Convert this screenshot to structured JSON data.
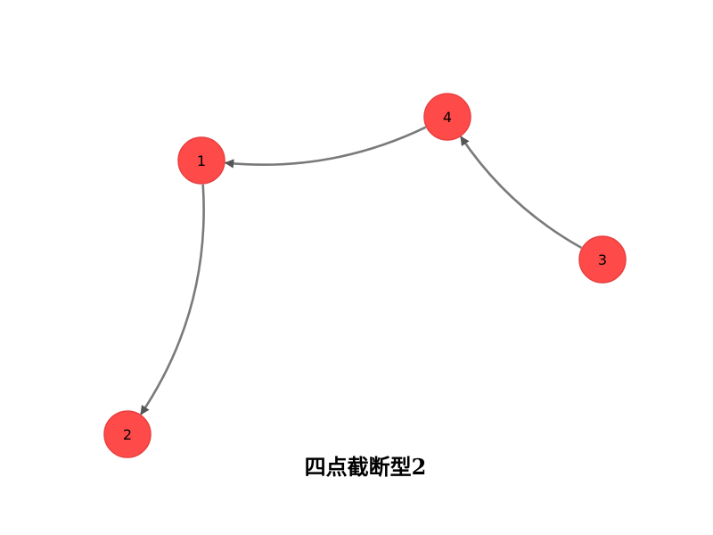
{
  "caption": "四点截断型2",
  "colors": {
    "node_fill": "#ff4a4a",
    "node_stroke": "#e84040",
    "edge": "#7a7a7a",
    "label": "#000000",
    "background": "#ffffff"
  },
  "nodes": [
    {
      "id": "1",
      "label": "1"
    },
    {
      "id": "2",
      "label": "2"
    },
    {
      "id": "3",
      "label": "3"
    },
    {
      "id": "4",
      "label": "4"
    }
  ],
  "edges": [
    {
      "from": "4",
      "to": "1",
      "directed": true
    },
    {
      "from": "1",
      "to": "2",
      "directed": true
    },
    {
      "from": "3",
      "to": "4",
      "directed": true
    }
  ]
}
